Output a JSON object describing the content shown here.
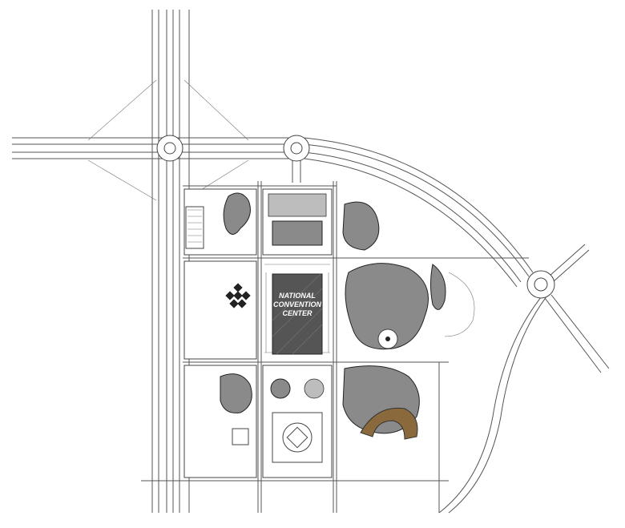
{
  "plan": {
    "label_lines": [
      "NATIONAL",
      "CONVENTION",
      "CENTER"
    ],
    "colors": {
      "highlight": "#8a6a3c",
      "shade": "#8a8a8a",
      "line": "#444444"
    }
  }
}
